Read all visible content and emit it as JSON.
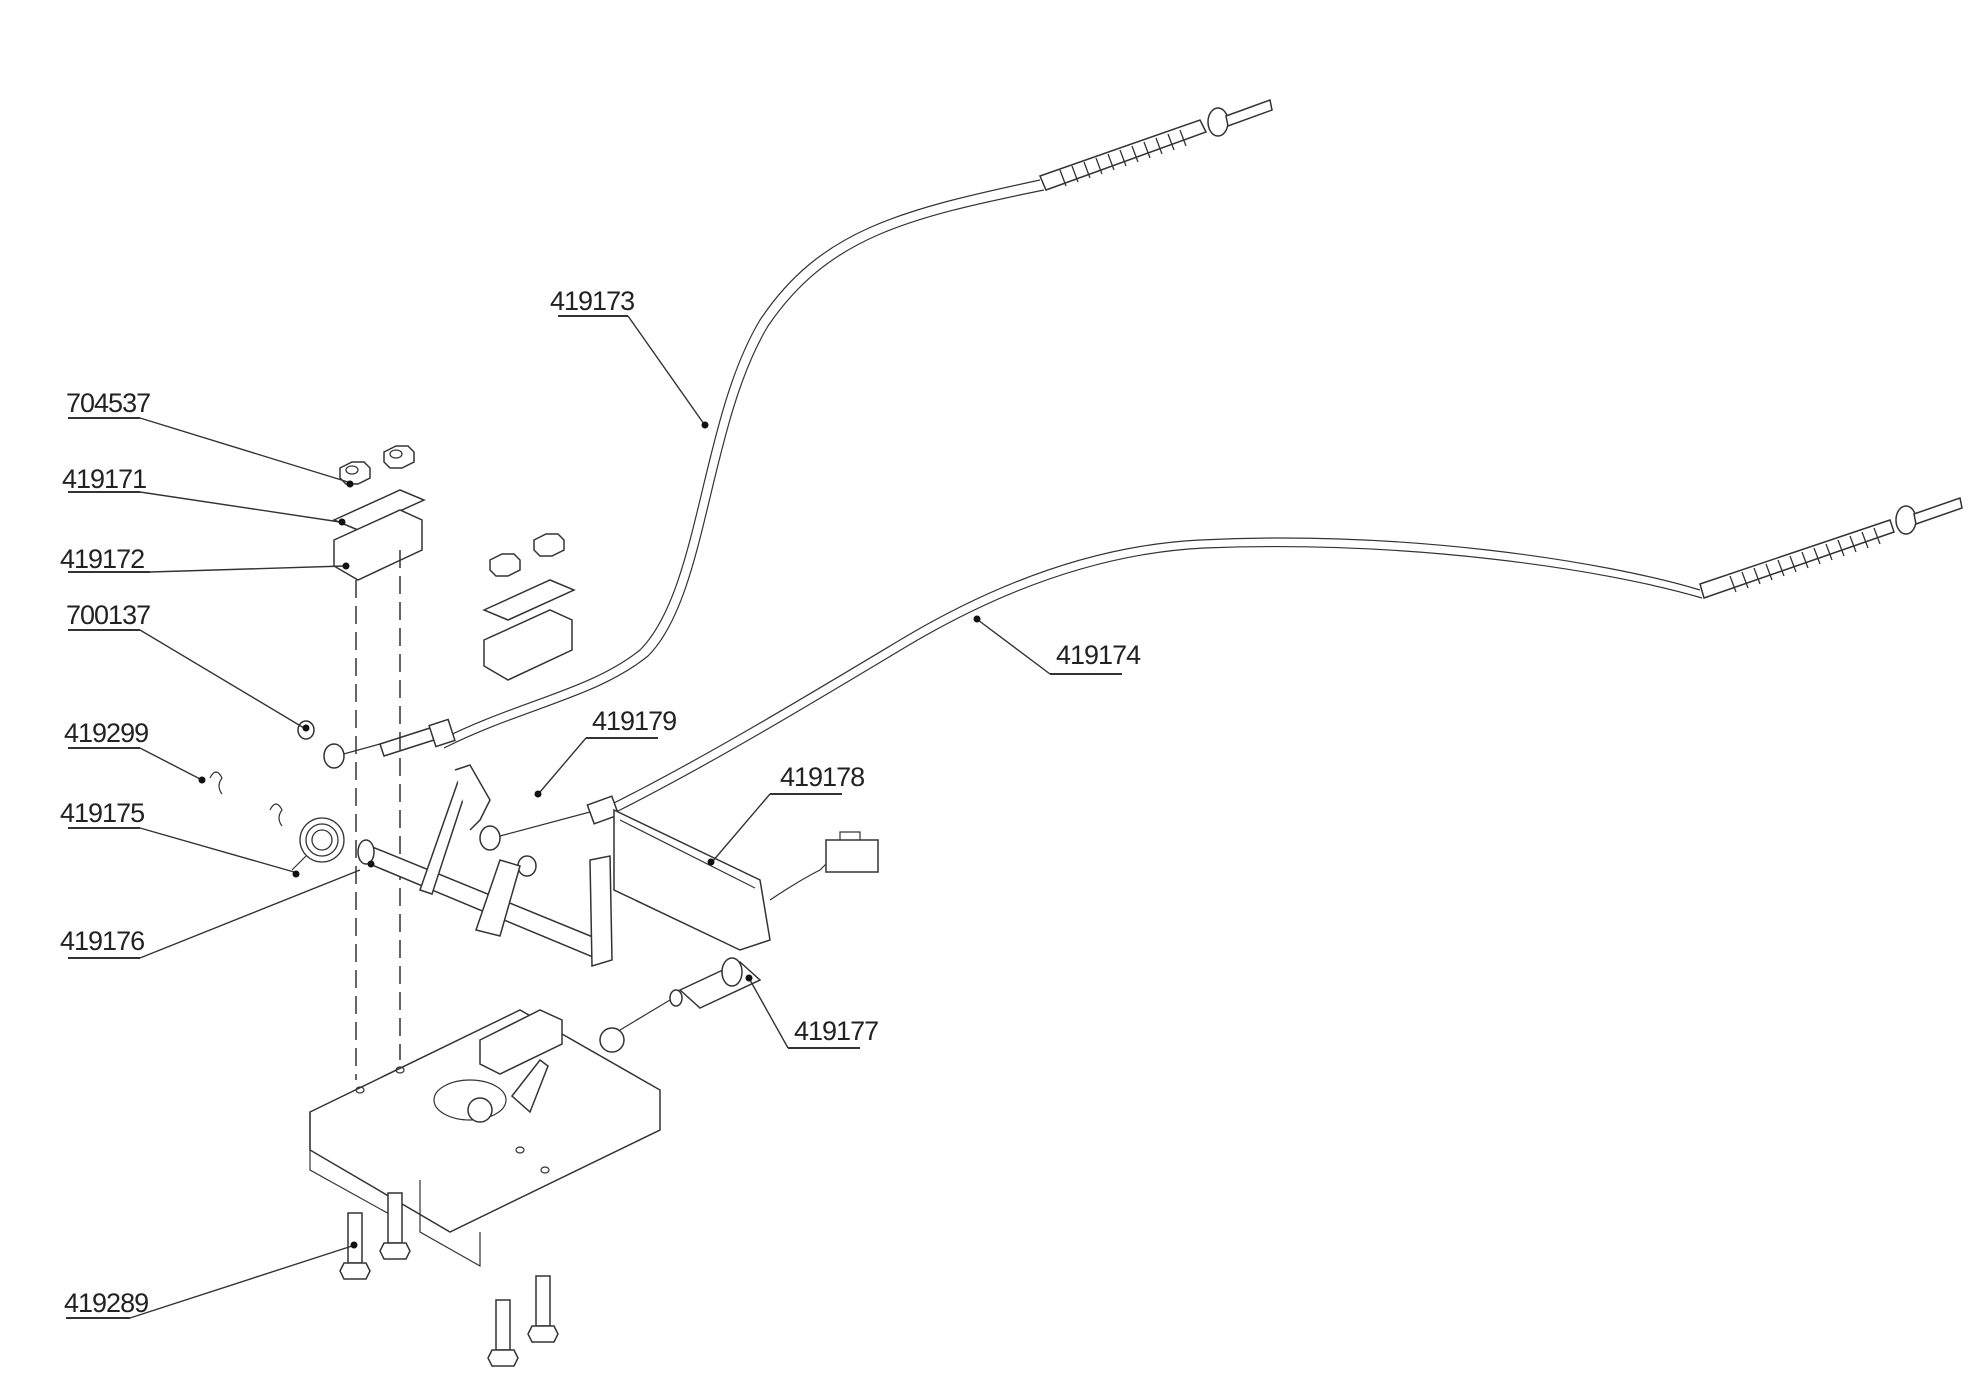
{
  "diagram": {
    "type": "exploded-parts-diagram",
    "subject": "Dual cable throttle/control assembly with mounting plate",
    "labels": [
      {
        "id": "lbl-704537",
        "part_number": "704537"
      },
      {
        "id": "lbl-419171",
        "part_number": "419171"
      },
      {
        "id": "lbl-419172",
        "part_number": "419172"
      },
      {
        "id": "lbl-700137",
        "part_number": "700137"
      },
      {
        "id": "lbl-419299",
        "part_number": "419299"
      },
      {
        "id": "lbl-419175",
        "part_number": "419175"
      },
      {
        "id": "lbl-419176",
        "part_number": "419176"
      },
      {
        "id": "lbl-419289",
        "part_number": "419289"
      },
      {
        "id": "lbl-419173",
        "part_number": "419173"
      },
      {
        "id": "lbl-419174",
        "part_number": "419174"
      },
      {
        "id": "lbl-419179",
        "part_number": "419179"
      },
      {
        "id": "lbl-419178",
        "part_number": "419178"
      },
      {
        "id": "lbl-419177",
        "part_number": "419177"
      }
    ]
  }
}
